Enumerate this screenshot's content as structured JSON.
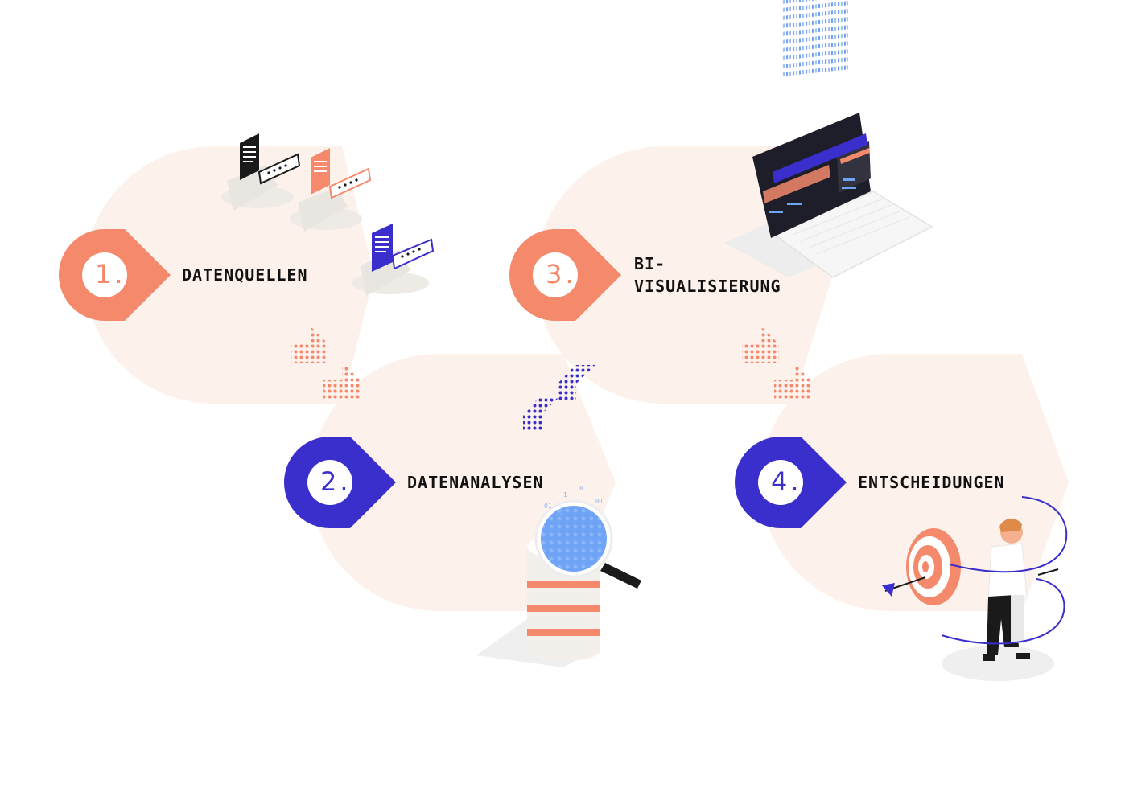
{
  "steps": [
    {
      "number": "1.",
      "label": "DATENQUELLEN"
    },
    {
      "number": "2.",
      "label": "DATENANALYSEN"
    },
    {
      "number": "3.",
      "label_line1": "BI-",
      "label_line2": "VISUALISIERUNG"
    },
    {
      "number": "4.",
      "label": "ENTSCHEIDUNGEN"
    }
  ],
  "colors": {
    "coral": "#F4896B",
    "indigo": "#3A2ECC",
    "blob": "#FDF1EC",
    "ink": "#111111"
  }
}
